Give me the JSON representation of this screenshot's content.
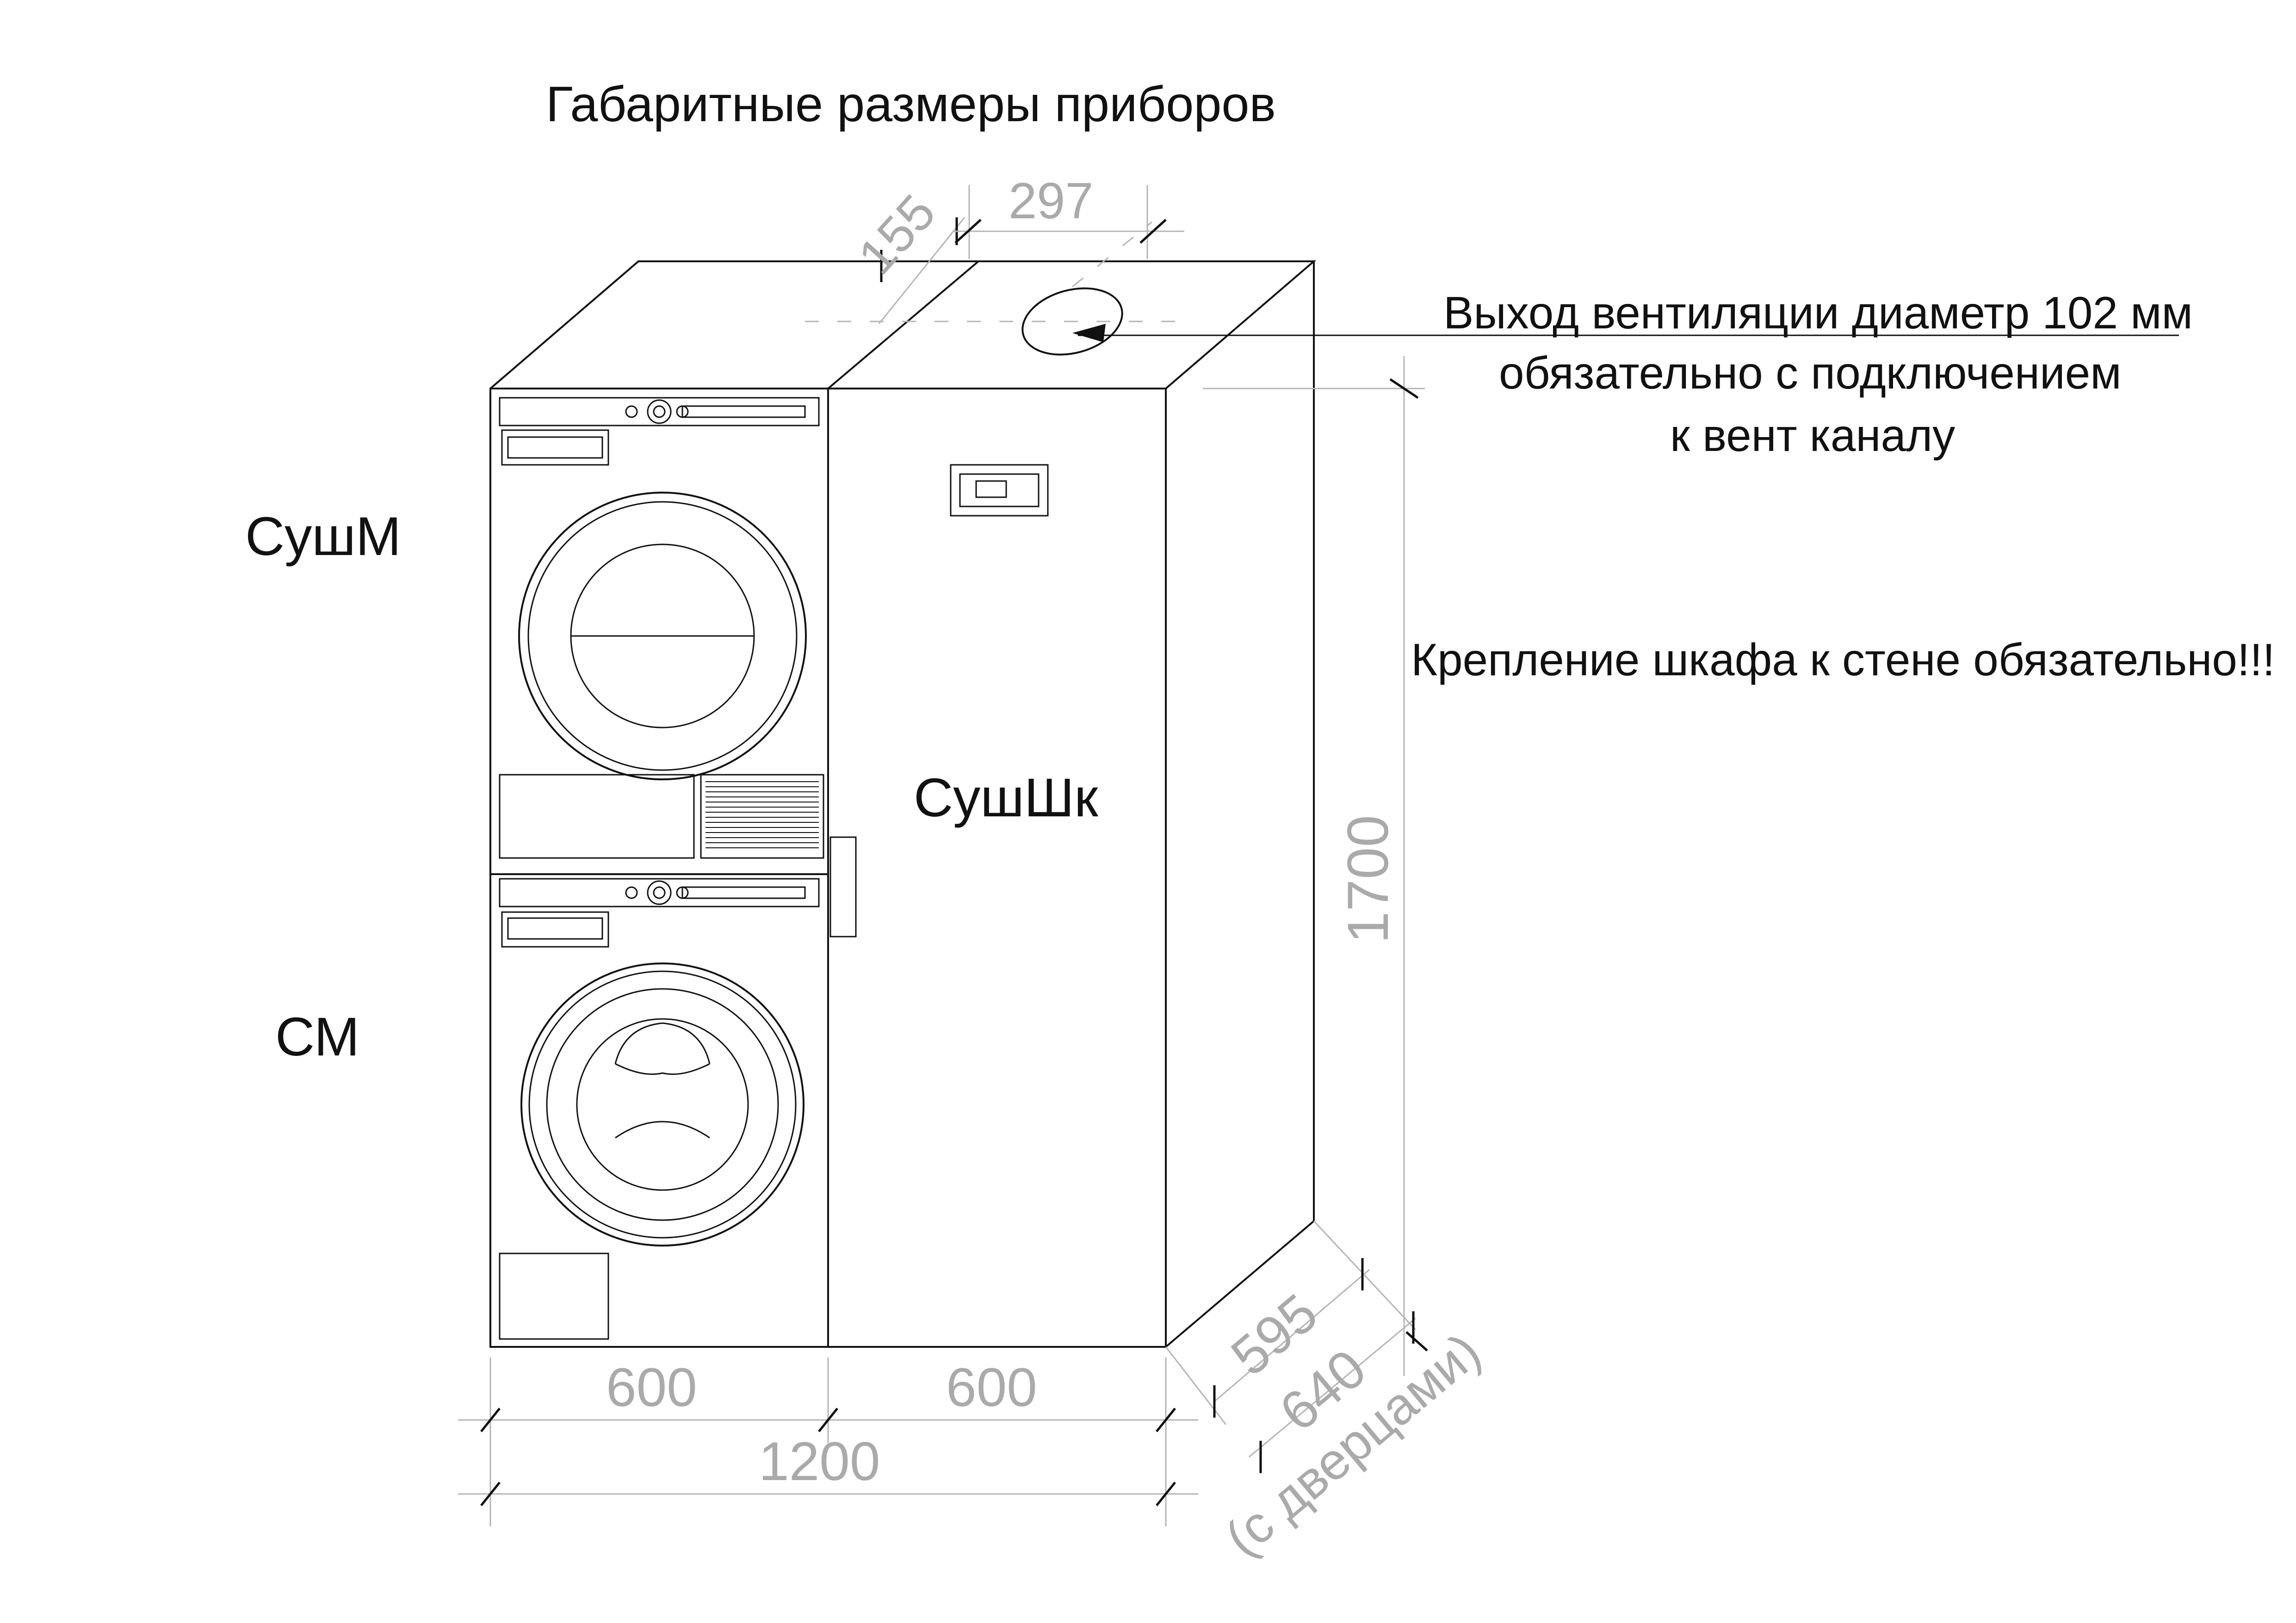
{
  "title": "Габаритные размеры приборов",
  "labels": {
    "dryer": "СушМ",
    "washer": "СМ",
    "drying_cabinet": "СушШк"
  },
  "notes": {
    "vent_line1": "Выход вентиляции диаметр 102 мм",
    "vent_line2": "обязательно с подключением",
    "vent_line3": "к вент каналу",
    "wall_mount": "Крепление шкафа к стене обязательно!!!"
  },
  "dimensions": {
    "top_offset": "155",
    "top_vent": "297",
    "width_left": "600",
    "width_right": "600",
    "width_total": "1200",
    "height": "1700",
    "depth": "595",
    "depth_with_doors": "640",
    "depth_note": "(с дверцами)"
  }
}
